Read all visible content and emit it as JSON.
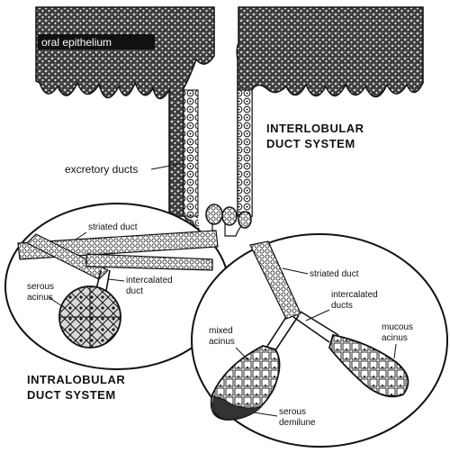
{
  "labels": {
    "oral_epithelium": "oral epithelium",
    "interlobular_1": "INTERLOBULAR",
    "interlobular_2": "DUCT SYSTEM",
    "excretory_ducts": "excretory ducts",
    "striated_duct_left": "striated duct",
    "serous_acinus_1": "serous",
    "serous_acinus_2": "acinus",
    "intercalated_left_1": "intercalated",
    "intercalated_left_2": "duct",
    "intralobular_1": "INTRALOBULAR",
    "intralobular_2": "DUCT SYSTEM",
    "striated_duct_right": "striated duct",
    "intercalated_right_1": "intercalated",
    "intercalated_right_2": "ducts",
    "mixed_acinus_1": "mixed",
    "mixed_acinus_2": "acinus",
    "mucous_acinus_1": "mucous",
    "mucous_acinus_2": "acinus",
    "serous_demilune_1": "serous",
    "serous_demilune_2": "demilune"
  }
}
